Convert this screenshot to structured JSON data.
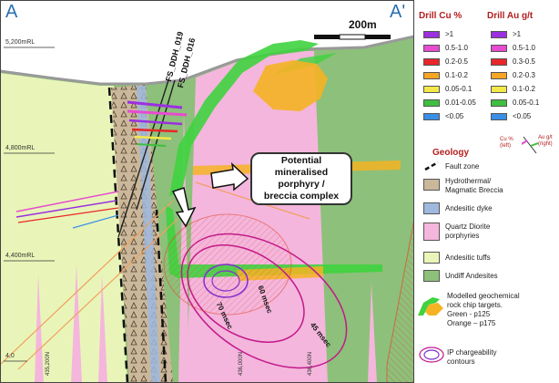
{
  "section": {
    "corner_left": "A",
    "corner_right": "A'",
    "scale_bar_label": "200m",
    "rl_labels": [
      "5,200mRL",
      "4,800mRL",
      "4,400mRL",
      "4,0"
    ],
    "drill_holes": [
      "FS_DDH_019",
      "FS_DDH_016"
    ],
    "callout_text": "Potential\nmineralised\nporphyry /\nbreccia complex",
    "contour_labels": [
      "70 msec",
      "60 msec",
      "45 msec"
    ],
    "easting_labels": [
      "435,200N",
      "436,000N",
      "436,400N"
    ]
  },
  "legend": {
    "cu_title": "Drill Cu %",
    "au_title": "Drill Au g/t",
    "cu_ranges": [
      {
        "label": ">1",
        "color": "#9b30e0"
      },
      {
        "label": "0.5-1.0",
        "color": "#e64bd0"
      },
      {
        "label": "0.2-0.5",
        "color": "#e8262a"
      },
      {
        "label": "0.1-0.2",
        "color": "#f5a623"
      },
      {
        "label": "0.05-0.1",
        "color": "#f3e84a"
      },
      {
        "label": "0.01-0.05",
        "color": "#3fbf3f"
      },
      {
        "label": "<0.05",
        "color": "#3a8ee6"
      }
    ],
    "au_ranges": [
      {
        "label": ">1",
        "color": "#9b30e0"
      },
      {
        "label": "0.5-1.0",
        "color": "#e64bd0"
      },
      {
        "label": "0.3-0.5",
        "color": "#e8262a"
      },
      {
        "label": "0.2-0.3",
        "color": "#f5a623"
      },
      {
        "label": "0.1-0.2",
        "color": "#f3e84a"
      },
      {
        "label": "0.05-0.1",
        "color": "#3fbf3f"
      },
      {
        "label": "<0.05",
        "color": "#3a8ee6"
      }
    ],
    "cu_small": "Cu %\n(left)",
    "au_small": "Au g/t\n(right)",
    "geology_title": "Geology",
    "geology_items": [
      {
        "label": "Fault zone",
        "color": ""
      },
      {
        "label": "Hydrothermal/\nMagmatic Breccia",
        "color": "#cbb89a"
      },
      {
        "label": "Andesitic dyke",
        "color": "#9fb8de"
      },
      {
        "label": "Quartz Diorite\nporphyries",
        "color": "#f4b6dc"
      },
      {
        "label": "Andesitic tuffs",
        "color": "#e9f5b8"
      },
      {
        "label": "Undiff Andesites",
        "color": "#8dc07a"
      },
      {
        "label": "Modelled geochemical\nrock chip targets.\nGreen - p125\nOrange – p175",
        "color": ""
      },
      {
        "label": "IP chargeability\ncontours",
        "color": ""
      }
    ]
  }
}
